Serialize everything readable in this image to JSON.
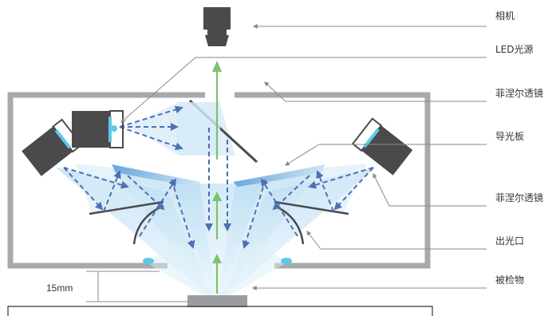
{
  "labels": {
    "camera": "相机",
    "led_source": "LED光源",
    "fresnel_lens_top": "菲涅尔透镜",
    "light_guide_plate": "导光板",
    "fresnel_lens_side": "菲涅尔透镜",
    "light_exit": "出光口",
    "inspected_object": "被检物"
  },
  "dimension": {
    "gap": "15mm"
  },
  "colors": {
    "housing": "#a7a9ac",
    "camera_body": "#4a4a4c",
    "beam_fill": "#bfe0f4",
    "beam_arrow": "#4d6fb3",
    "up_arrow": "#7cc36a",
    "led": "#5ec8e8",
    "leader": "#8a8a8a"
  },
  "icons": [
    "camera-icon",
    "led-light-icon",
    "beam-splitter-icon",
    "fresnel-lens-icon"
  ]
}
